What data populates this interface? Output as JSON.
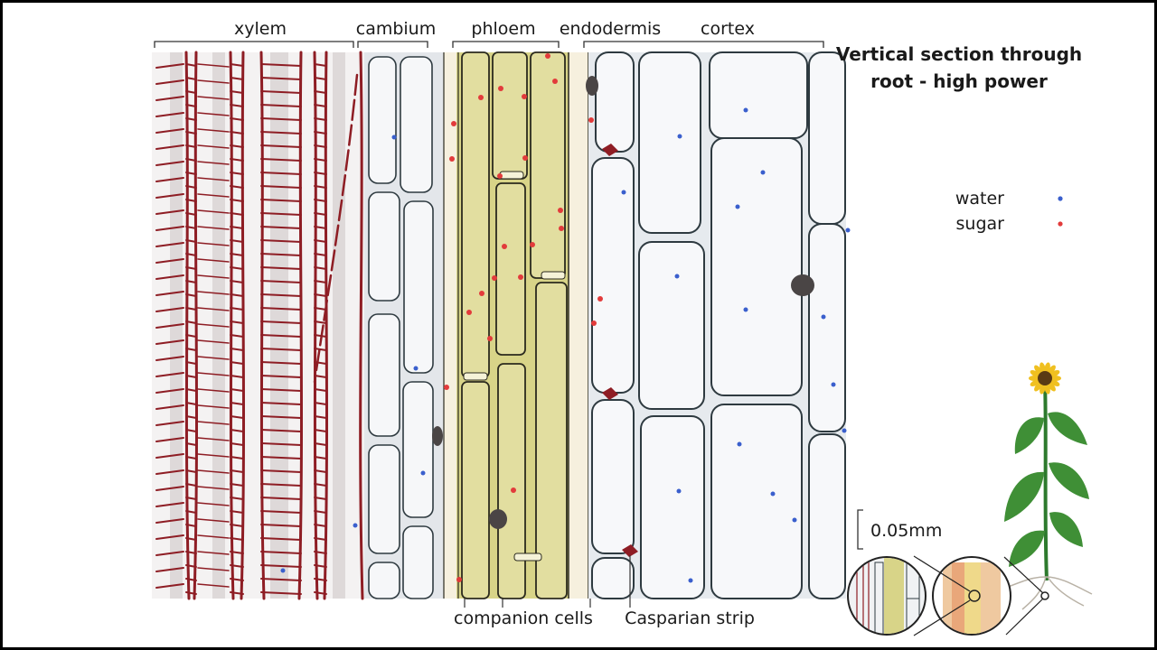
{
  "title": {
    "line1": "Vertical section through",
    "line2": "root - high power"
  },
  "regions": {
    "xylem": "xylem",
    "cambium": "cambium",
    "phloem": "phloem",
    "endodermis": "endodermis",
    "cortex": "cortex"
  },
  "callouts": {
    "companion": "companion cells",
    "casparian": "Casparian strip"
  },
  "legend": {
    "water": "water",
    "sugar": "sugar",
    "water_color": "#3a5fcd",
    "sugar_color": "#e23b3b"
  },
  "scale": {
    "label": "0.05mm"
  },
  "colors": {
    "xylem": "#8e1d24",
    "phloem": "#d9d48c",
    "cell_wall": "#2e3a40",
    "cortex_fill": "#eef1f4"
  }
}
